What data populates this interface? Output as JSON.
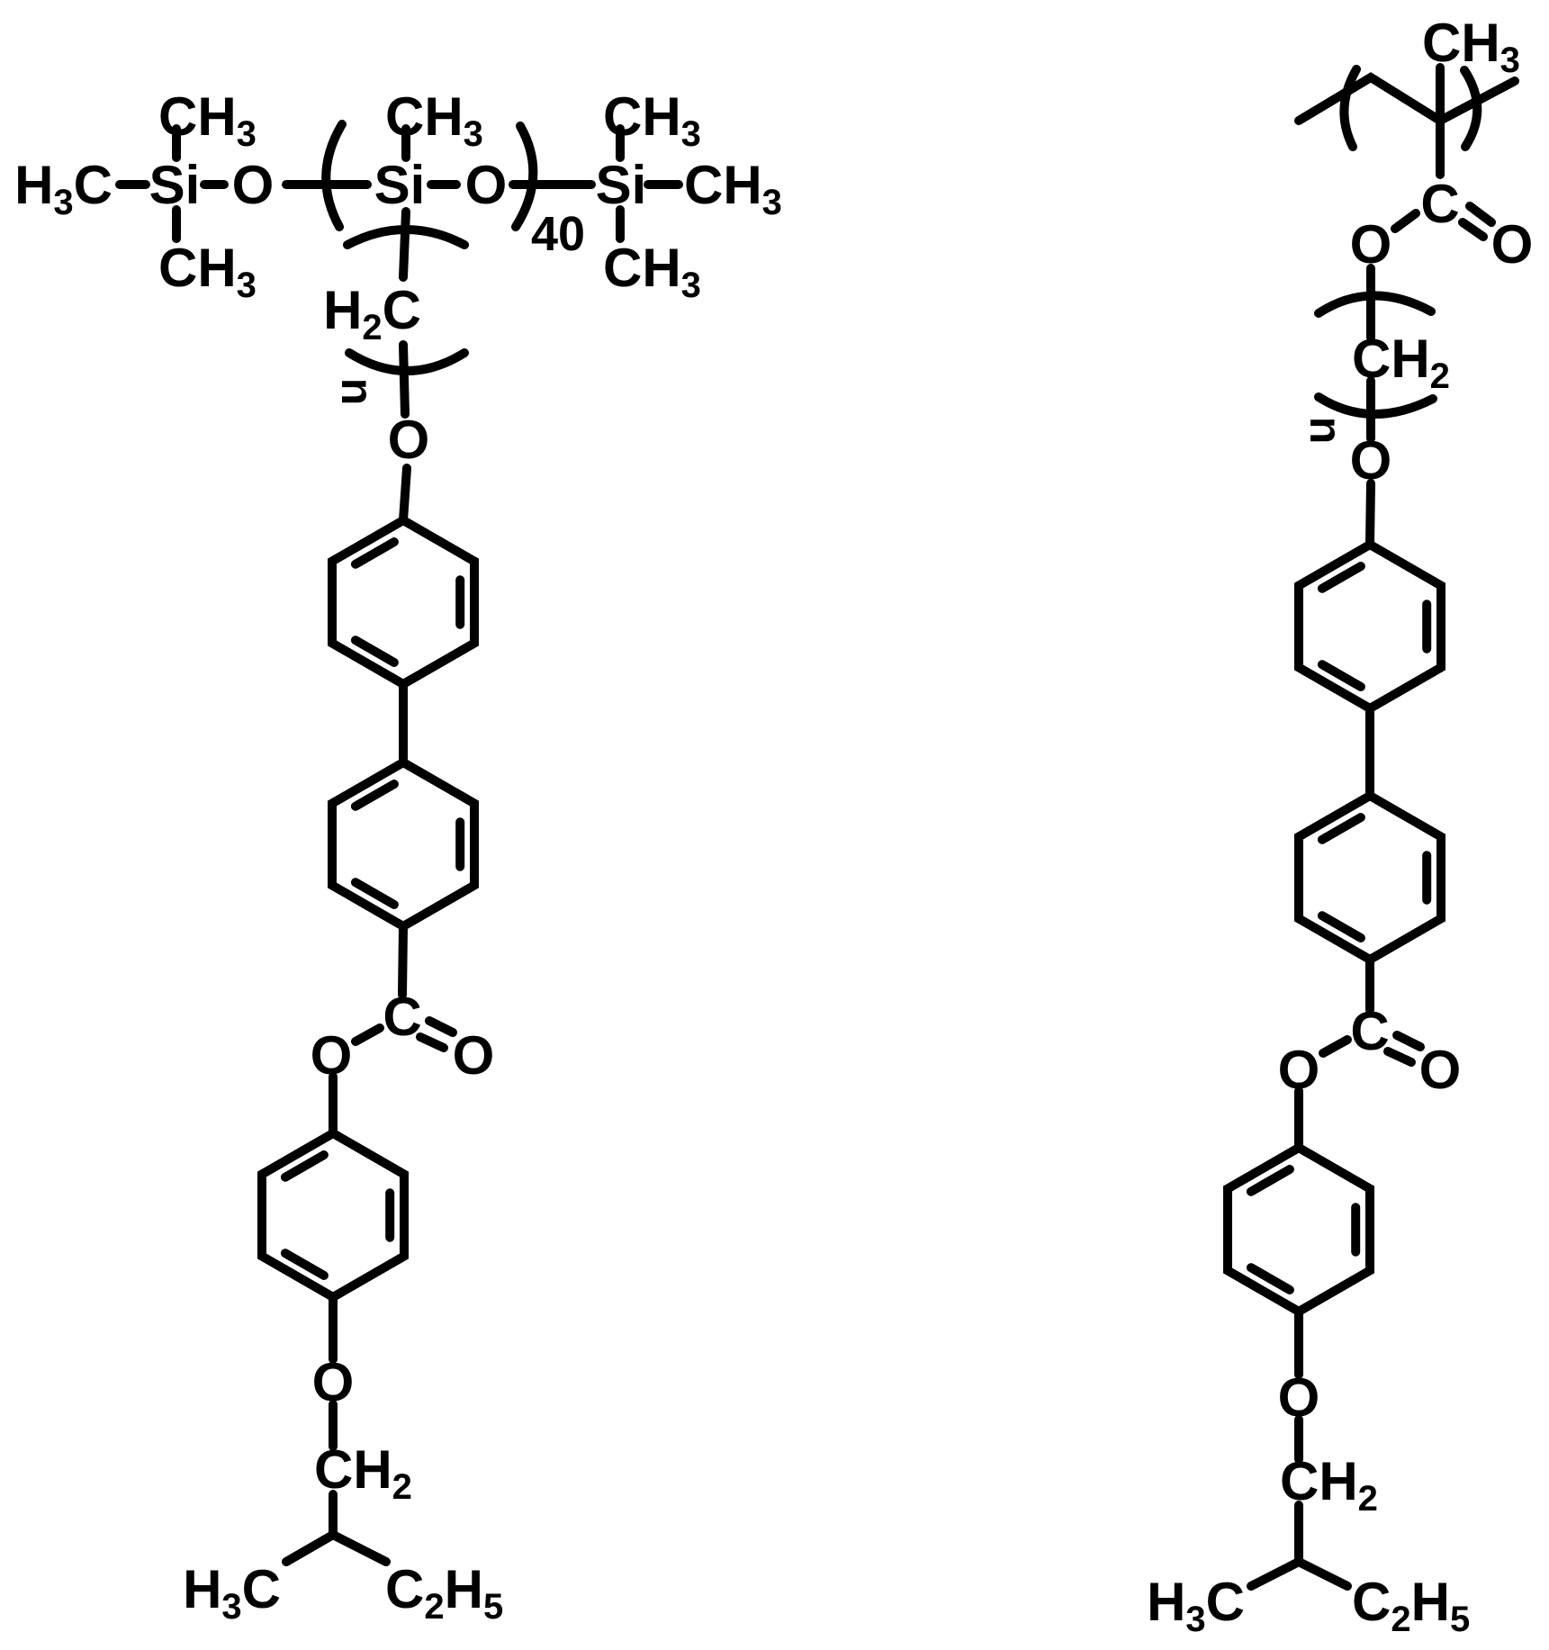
{
  "colors": {
    "ink": "#000000",
    "background": "#ffffff"
  },
  "left_structure": {
    "labels": {
      "si1_top_methyl": "CH3",
      "si1_left_methyl": "H3C",
      "si1": "Si",
      "o1": "O",
      "si2": "Si",
      "o2": "O",
      "si3": "Si",
      "si3_right_methyl": "CH3",
      "si1_bottom_methyl": "CH3",
      "si2_top_methyl": "CH3",
      "si3_top_methyl": "CH3",
      "si3_bottom_methyl": "CH3",
      "repeat_count": "40",
      "spacer_ch2": "H2C",
      "spacer_repeat": "n",
      "ether_o": "O",
      "ester_c": "C",
      "ester_o_single": "O",
      "ester_o_double": "O",
      "tail_o": "O",
      "tail_ch2": "CH2",
      "tail_methyl": "H3C",
      "tail_ethyl": "C2H5"
    }
  },
  "right_structure": {
    "labels": {
      "backbone_methyl": "CH3",
      "acrylate_c": "C",
      "acrylate_o_single": "O",
      "acrylate_o_double": "O",
      "spacer_ch2": "CH2",
      "spacer_repeat": "n",
      "ether_o": "O",
      "ester_c": "C",
      "ester_o_single": "O",
      "ester_o_double": "O",
      "tail_o": "O",
      "tail_ch2": "CH2",
      "tail_methyl": "H3C",
      "tail_ethyl": "C2H5"
    }
  }
}
